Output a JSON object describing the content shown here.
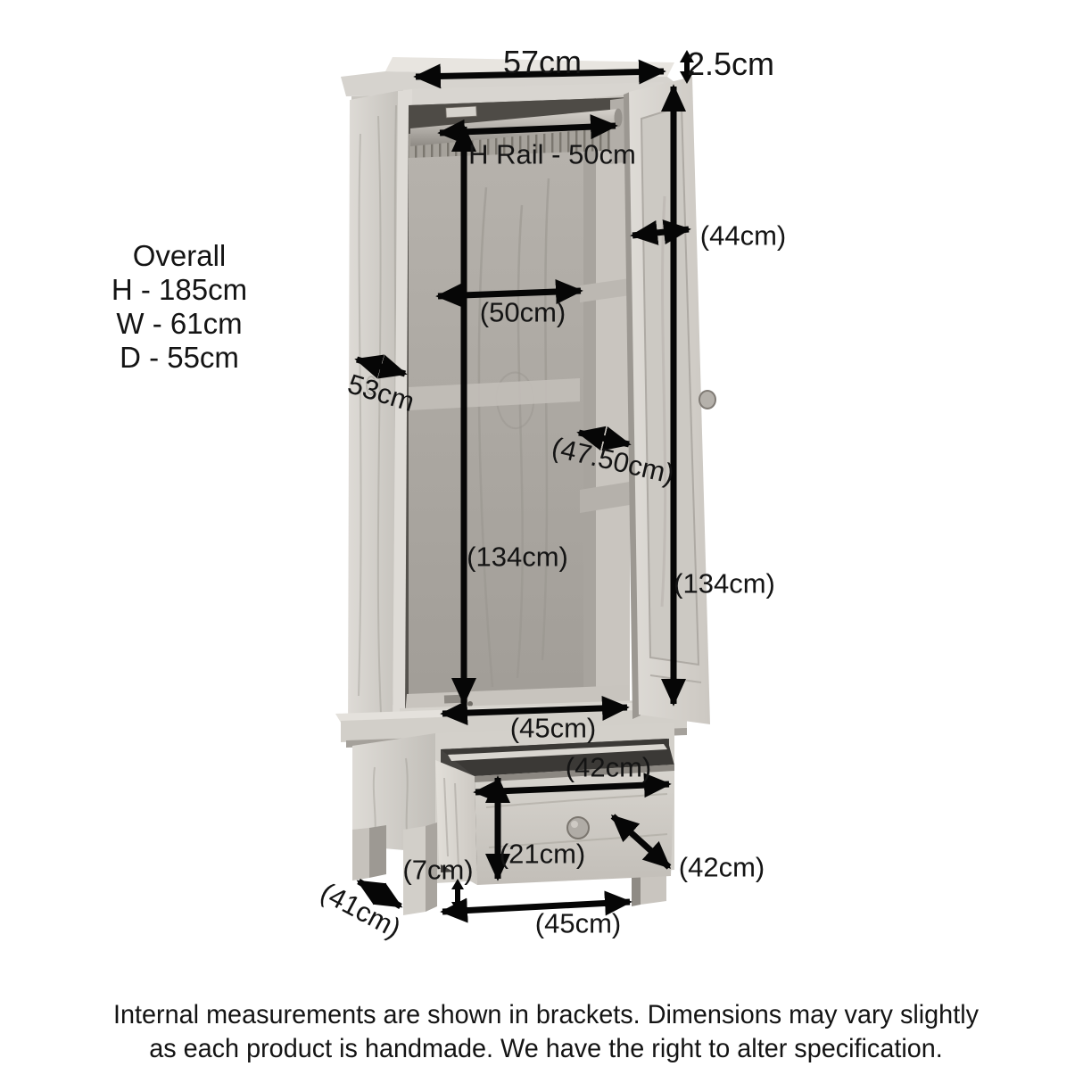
{
  "diagram_title": "Single wardrobe with drawer - dimension diagram",
  "overall": {
    "title": "Overall",
    "height": "H - 185cm",
    "width": "W - 61cm",
    "depth": "D - 55cm"
  },
  "labels": {
    "top_width": "57cm",
    "top_thickness": "2.5cm",
    "rail": "H Rail - 50cm",
    "door_inner_width": "(44cm)",
    "inner_width": "(50cm)",
    "side_depth": "53cm",
    "inner_depth": "(47.50cm)",
    "inner_height": "(134cm)",
    "door_height": "(134cm)",
    "inner_base_width": "(45cm)",
    "drawer_inner_width": "(42cm)",
    "drawer_front_height": "(21cm)",
    "drawer_depth": "(42cm)",
    "floor_clearance": "(7cm)",
    "base_width": "(45cm)",
    "base_depth": "(41cm)"
  },
  "footnote": {
    "line1": "Internal measurements are shown in brackets. Dimensions may vary slightly",
    "line2": "as each product is handmade. We have the right to alter specification."
  },
  "colors": {
    "background": "#ffffff",
    "text": "#141414",
    "annotation": "#060606",
    "wood_light": "#dcd9d4",
    "wood_mid": "#b4b0aa",
    "wood_dark": "#57544f"
  }
}
